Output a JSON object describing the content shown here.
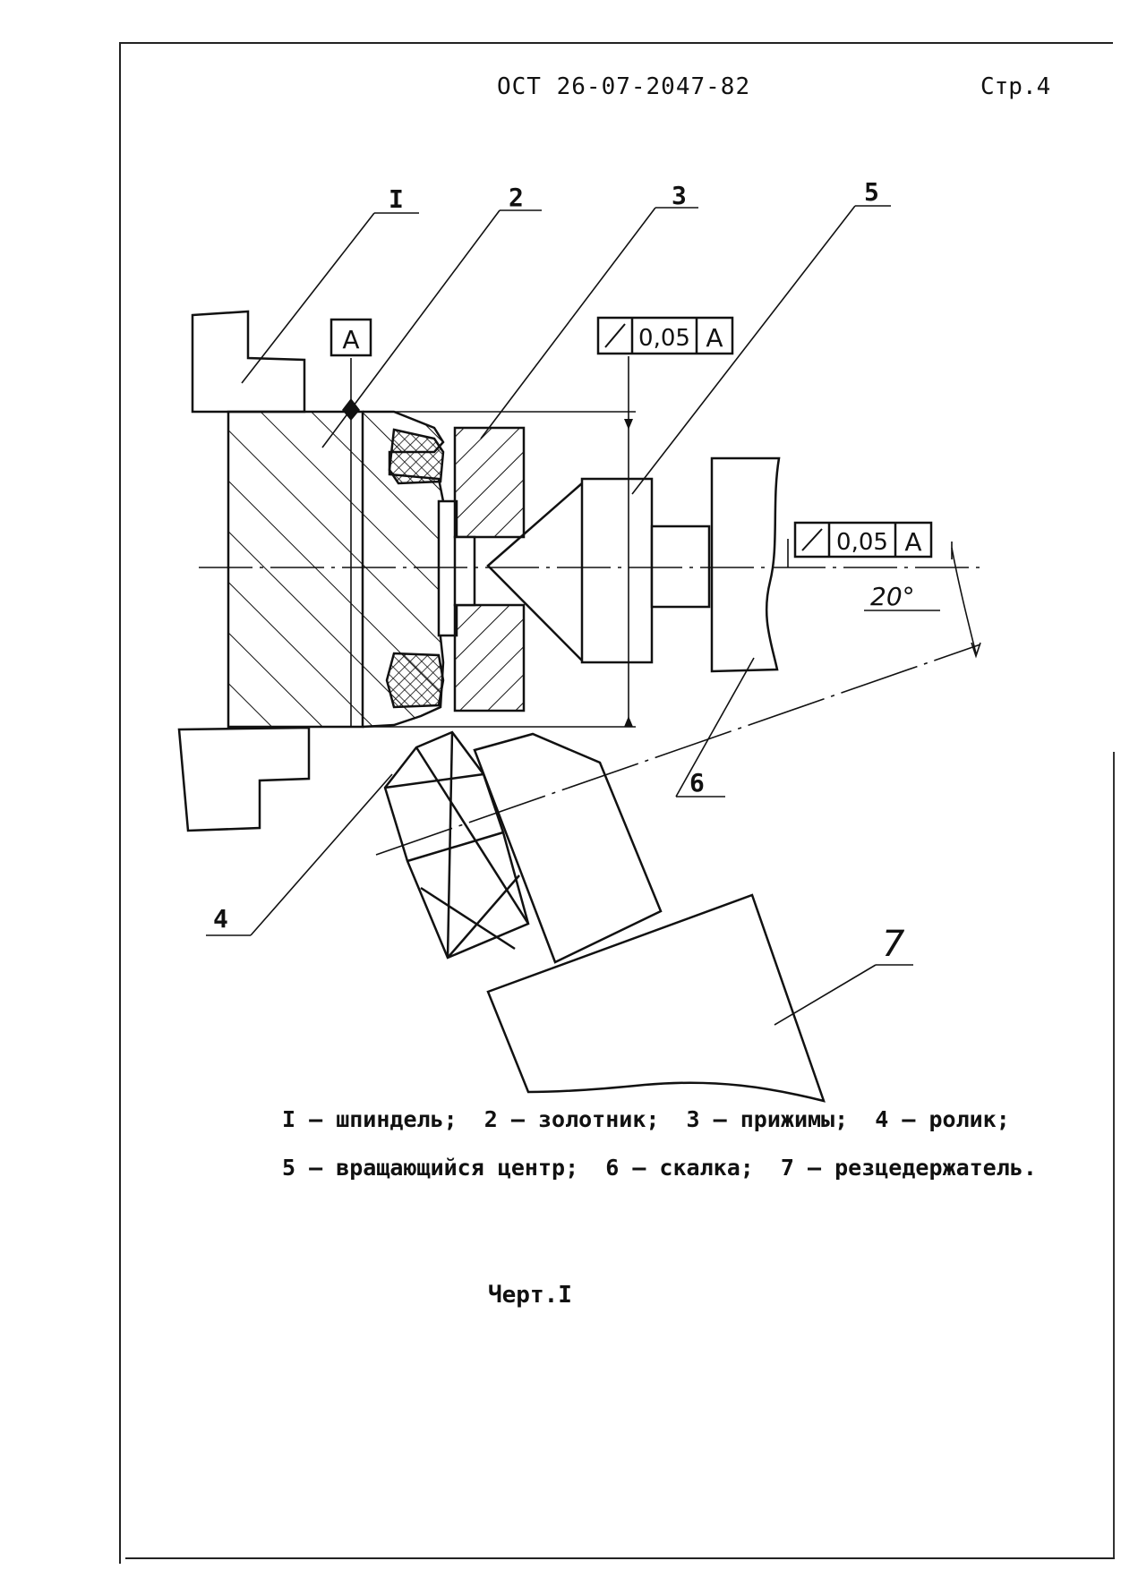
{
  "header": {
    "doc_code": "ОСТ 26-07-2047-82",
    "page": "Стр.4"
  },
  "diagram": {
    "callouts": [
      "I",
      "2",
      "3",
      "5",
      "6",
      "4",
      "7"
    ],
    "datum": "A",
    "tolerance_top": {
      "value": "0,05",
      "datum": "A"
    },
    "tolerance_right": {
      "value": "0,05",
      "datum": "A"
    },
    "angle": "20°"
  },
  "legend": {
    "line1": "I – шпиндель;  2 – золотник;  3 – прижимы;  4 – ролик;",
    "line2": "5 – вращающийся центр;  6 – скалка;  7 – резцедержатель."
  },
  "caption": "Черт.I"
}
